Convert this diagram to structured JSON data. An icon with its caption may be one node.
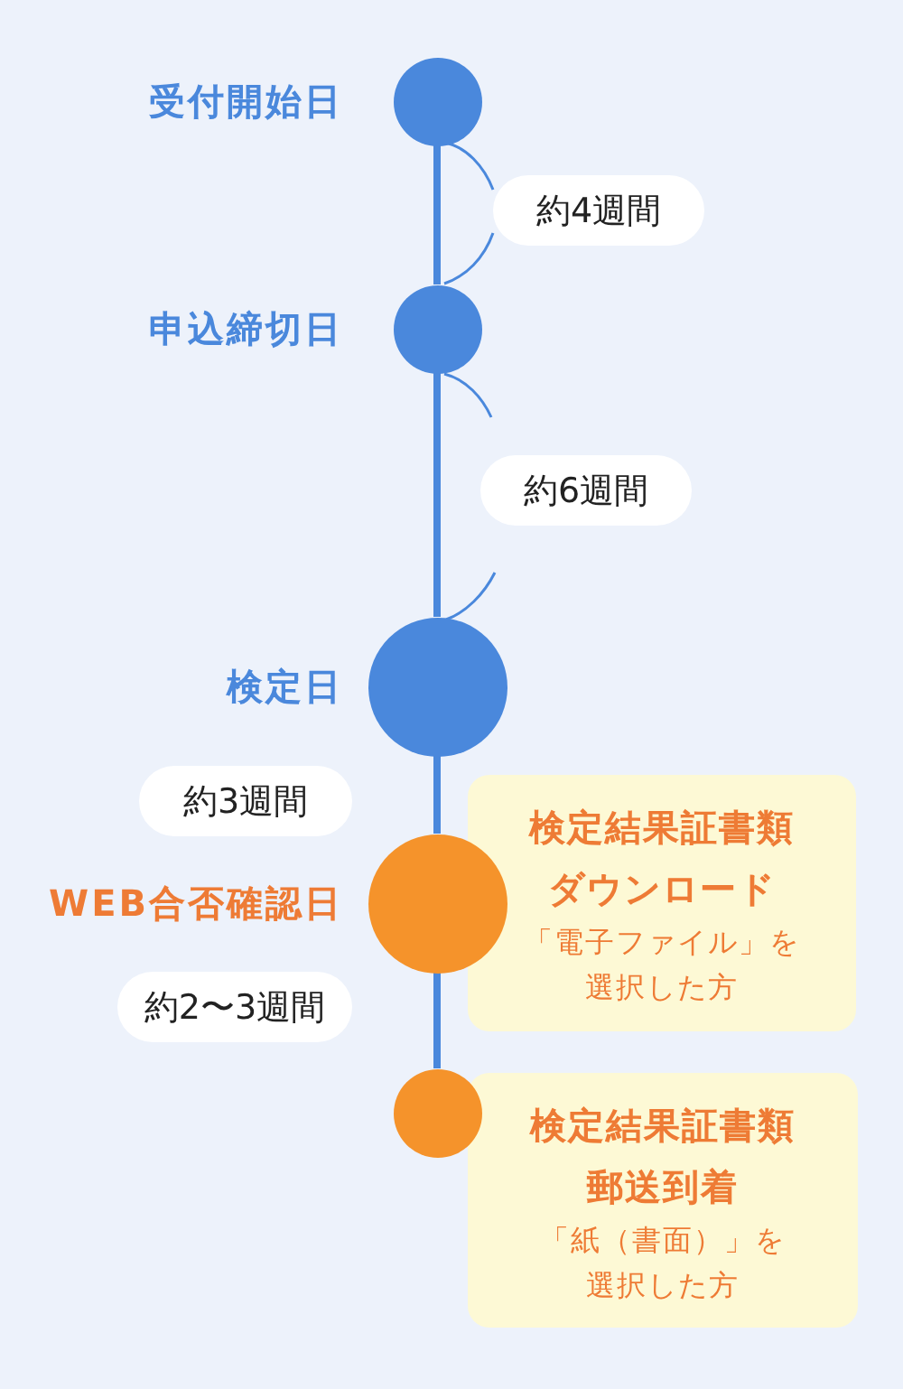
{
  "diagram": {
    "nodes": [
      {
        "text": [],
        "shape": "circle",
        "beside": [
          "受付開始日"
        ]
      },
      {
        "text": [
          "約4週間"
        ]
      },
      {
        "text": [],
        "shape": "circle",
        "beside": [
          "申込締切日"
        ]
      },
      {
        "text": [
          "約6週間"
        ]
      },
      {
        "text": [],
        "shape": "circle",
        "beside": [
          "検定日"
        ]
      },
      {
        "text": [
          "約3週間"
        ]
      },
      {
        "text": [
          "検定結果証書類ダウンロード",
          "「電子ファイル」を選択した方"
        ]
      },
      {
        "text": [],
        "shape": "circle",
        "beside": [
          "WEB合否確認日"
        ]
      },
      {
        "text": [
          "約2〜3週間"
        ]
      },
      {
        "text": [],
        "shape": "circle"
      },
      {
        "text": [
          "検定結果証書類郵送到着",
          "「紙（書面）」を選択した方"
        ]
      }
    ],
    "edges": [
      {
        "from": 0,
        "to": 2,
        "arrow": "none"
      },
      {
        "from": 2,
        "to": 4,
        "arrow": "none"
      },
      {
        "from": 4,
        "to": 7,
        "arrow": "none"
      },
      {
        "from": 7,
        "to": 9,
        "arrow": "none"
      }
    ]
  }
}
